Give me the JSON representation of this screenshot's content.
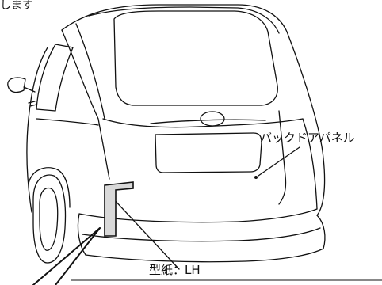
{
  "labels": {
    "top_text": "します",
    "back_door_panel": "バックドアパネル",
    "template_lh": "型紙：LH"
  },
  "colors": {
    "line": "#111111",
    "template_fill": "#d9d9d9",
    "background": "#ffffff"
  }
}
